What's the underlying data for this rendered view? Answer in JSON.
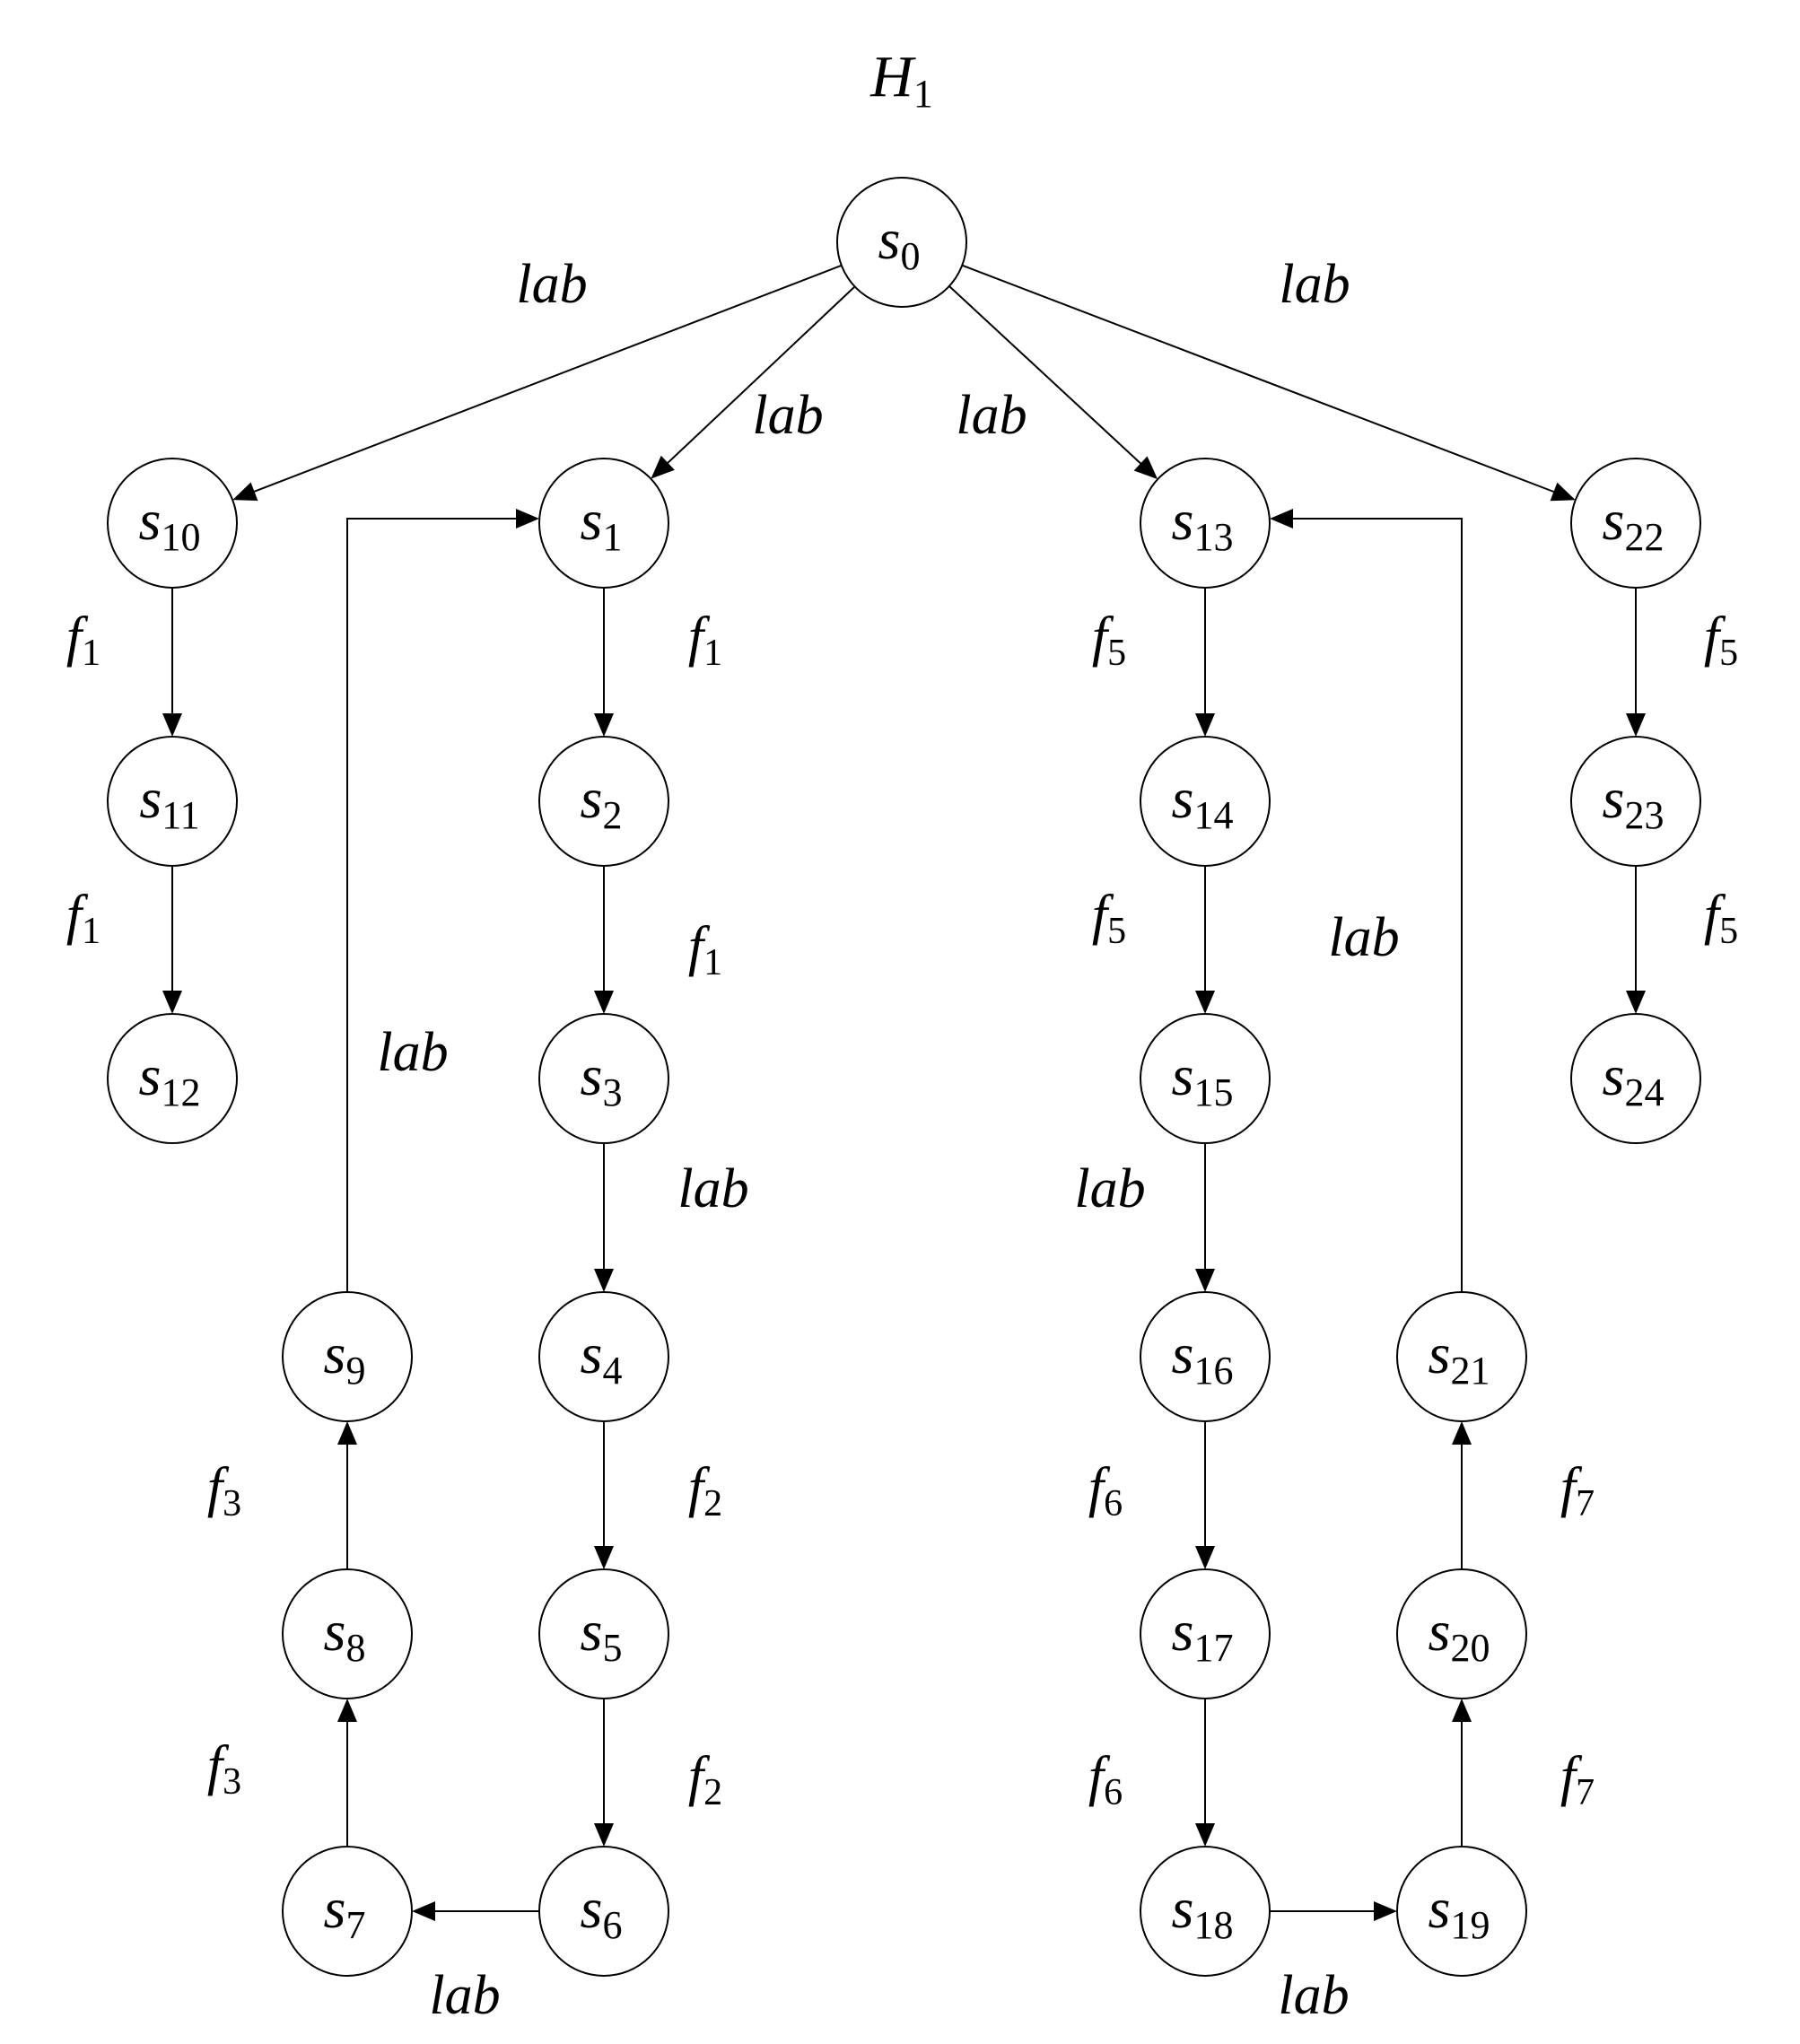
{
  "title": {
    "base": "H",
    "sub": "1"
  },
  "nodes": [
    {
      "id": "s0",
      "base": "s",
      "sub": "0"
    },
    {
      "id": "s1",
      "base": "s",
      "sub": "1"
    },
    {
      "id": "s2",
      "base": "s",
      "sub": "2"
    },
    {
      "id": "s3",
      "base": "s",
      "sub": "3"
    },
    {
      "id": "s4",
      "base": "s",
      "sub": "4"
    },
    {
      "id": "s5",
      "base": "s",
      "sub": "5"
    },
    {
      "id": "s6",
      "base": "s",
      "sub": "6"
    },
    {
      "id": "s7",
      "base": "s",
      "sub": "7"
    },
    {
      "id": "s8",
      "base": "s",
      "sub": "8"
    },
    {
      "id": "s9",
      "base": "s",
      "sub": "9"
    },
    {
      "id": "s10",
      "base": "s",
      "sub": "10"
    },
    {
      "id": "s11",
      "base": "s",
      "sub": "11"
    },
    {
      "id": "s12",
      "base": "s",
      "sub": "12"
    },
    {
      "id": "s13",
      "base": "s",
      "sub": "13"
    },
    {
      "id": "s14",
      "base": "s",
      "sub": "14"
    },
    {
      "id": "s15",
      "base": "s",
      "sub": "15"
    },
    {
      "id": "s16",
      "base": "s",
      "sub": "16"
    },
    {
      "id": "s17",
      "base": "s",
      "sub": "17"
    },
    {
      "id": "s18",
      "base": "s",
      "sub": "18"
    },
    {
      "id": "s19",
      "base": "s",
      "sub": "19"
    },
    {
      "id": "s20",
      "base": "s",
      "sub": "20"
    },
    {
      "id": "s21",
      "base": "s",
      "sub": "21"
    },
    {
      "id": "s22",
      "base": "s",
      "sub": "22"
    },
    {
      "id": "s23",
      "base": "s",
      "sub": "23"
    },
    {
      "id": "s24",
      "base": "s",
      "sub": "24"
    }
  ],
  "edges": [
    {
      "from": "s0",
      "to": "s10",
      "label": {
        "base": "lab",
        "sub": ""
      }
    },
    {
      "from": "s0",
      "to": "s1",
      "label": {
        "base": "lab",
        "sub": ""
      }
    },
    {
      "from": "s0",
      "to": "s13",
      "label": {
        "base": "lab",
        "sub": ""
      }
    },
    {
      "from": "s0",
      "to": "s22",
      "label": {
        "base": "lab",
        "sub": ""
      }
    },
    {
      "from": "s10",
      "to": "s11",
      "label": {
        "base": "f",
        "sub": "1"
      }
    },
    {
      "from": "s11",
      "to": "s12",
      "label": {
        "base": "f",
        "sub": "1"
      }
    },
    {
      "from": "s1",
      "to": "s2",
      "label": {
        "base": "f",
        "sub": "1"
      }
    },
    {
      "from": "s2",
      "to": "s3",
      "label": {
        "base": "f",
        "sub": "1"
      }
    },
    {
      "from": "s3",
      "to": "s4",
      "label": {
        "base": "lab",
        "sub": ""
      }
    },
    {
      "from": "s4",
      "to": "s5",
      "label": {
        "base": "f",
        "sub": "2"
      }
    },
    {
      "from": "s5",
      "to": "s6",
      "label": {
        "base": "f",
        "sub": "2"
      }
    },
    {
      "from": "s6",
      "to": "s7",
      "label": {
        "base": "lab",
        "sub": ""
      }
    },
    {
      "from": "s7",
      "to": "s8",
      "label": {
        "base": "f",
        "sub": "3"
      }
    },
    {
      "from": "s8",
      "to": "s9",
      "label": {
        "base": "f",
        "sub": "3"
      }
    },
    {
      "from": "s9",
      "to": "s1",
      "label": {
        "base": "lab",
        "sub": ""
      }
    },
    {
      "from": "s13",
      "to": "s14",
      "label": {
        "base": "f",
        "sub": "5"
      }
    },
    {
      "from": "s14",
      "to": "s15",
      "label": {
        "base": "f",
        "sub": "5"
      }
    },
    {
      "from": "s15",
      "to": "s16",
      "label": {
        "base": "lab",
        "sub": ""
      }
    },
    {
      "from": "s16",
      "to": "s17",
      "label": {
        "base": "f",
        "sub": "6"
      }
    },
    {
      "from": "s17",
      "to": "s18",
      "label": {
        "base": "f",
        "sub": "6"
      }
    },
    {
      "from": "s18",
      "to": "s19",
      "label": {
        "base": "lab",
        "sub": ""
      }
    },
    {
      "from": "s19",
      "to": "s20",
      "label": {
        "base": "f",
        "sub": "7"
      }
    },
    {
      "from": "s20",
      "to": "s21",
      "label": {
        "base": "f",
        "sub": "7"
      }
    },
    {
      "from": "s21",
      "to": "s13",
      "label": {
        "base": "lab",
        "sub": ""
      }
    },
    {
      "from": "s22",
      "to": "s23",
      "label": {
        "base": "f",
        "sub": "5"
      }
    },
    {
      "from": "s23",
      "to": "s24",
      "label": {
        "base": "f",
        "sub": "5"
      }
    }
  ]
}
